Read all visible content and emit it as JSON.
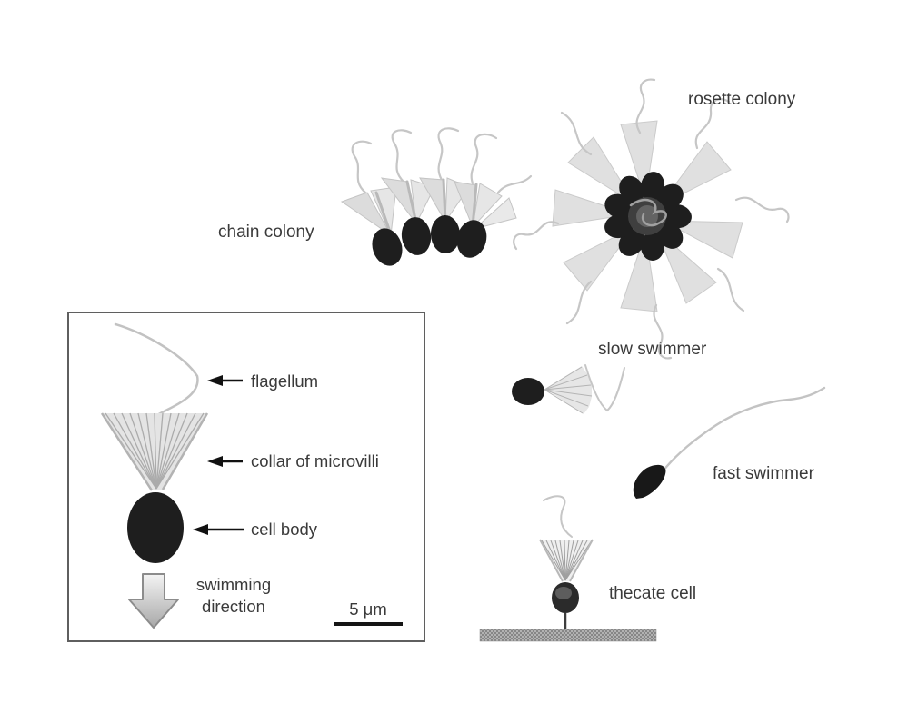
{
  "labels": {
    "chain_colony": "chain colony",
    "rosette_colony": "rosette colony",
    "slow_swimmer": "slow swimmer",
    "fast_swimmer": "fast swimmer",
    "thecate_cell": "thecate cell"
  },
  "inset": {
    "annotations": [
      {
        "label": "flagellum"
      },
      {
        "label": "collar of microvilli"
      },
      {
        "label": "cell body"
      }
    ],
    "swimming_direction": {
      "line1": "swimming",
      "line2": "direction"
    },
    "scale_bar_label": "5 μm"
  },
  "colors": {
    "background": "#ffffff",
    "text": "#3a3a3a",
    "cell_body": "#1e1e1e",
    "collar_fill": "#dcdcdc",
    "collar_edge": "#c4c4c4",
    "flagellum": "#c6c6c6",
    "inset_border": "#5f5f5f",
    "substrate_dark": "#868686",
    "substrate_light": "#b2b2b2",
    "annotation_arrow": "#111111"
  }
}
